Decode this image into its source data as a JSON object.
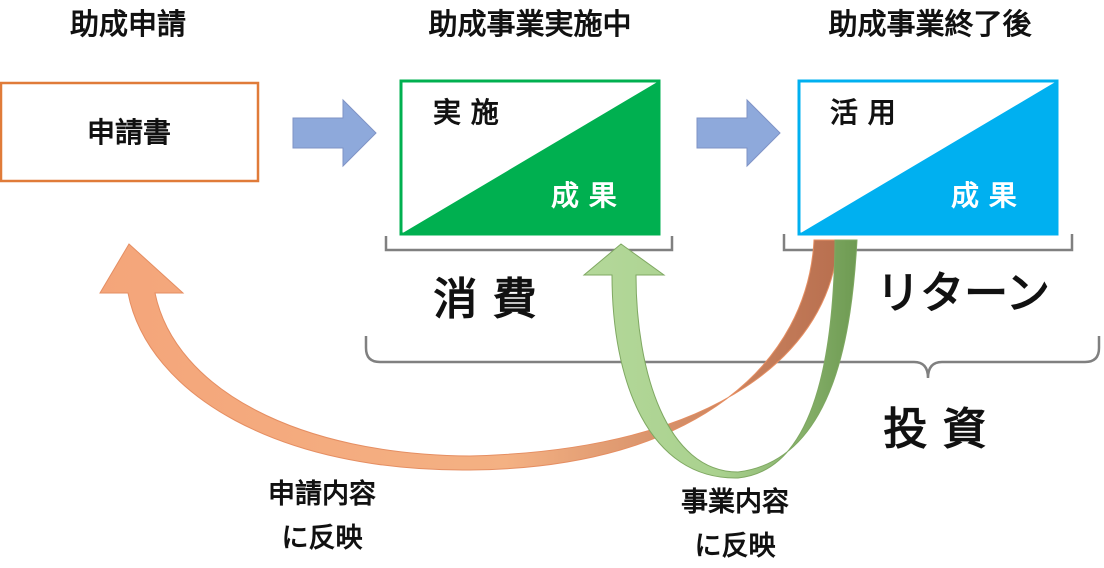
{
  "stages": {
    "application": "助成申請",
    "implementation": "助成事業実施中",
    "after": "助成事業終了後"
  },
  "boxes": {
    "application_doc": "申請書",
    "implement_label": "実 施",
    "implement_result": "成 果",
    "utilize_label": "活 用",
    "utilize_result": "成 果"
  },
  "brackets": {
    "consumption": "消 費",
    "return": "リターン",
    "investment": "投 資"
  },
  "feedback": {
    "application_line1": "申請内容",
    "application_line2": "に反映",
    "project_line1": "事業内容",
    "project_line2": "に反映"
  },
  "colors": {
    "application_border": "#E07B39",
    "implement_green": "#00B050",
    "utilize_blue": "#00B0F0",
    "flow_arrow": "#8EA9DB",
    "feedback_orange": "#F4B183",
    "feedback_brown": "#C55A11",
    "feedback_green_light": "#A9D18E",
    "feedback_green_dark": "#548235",
    "bracket_gray": "#808080"
  }
}
